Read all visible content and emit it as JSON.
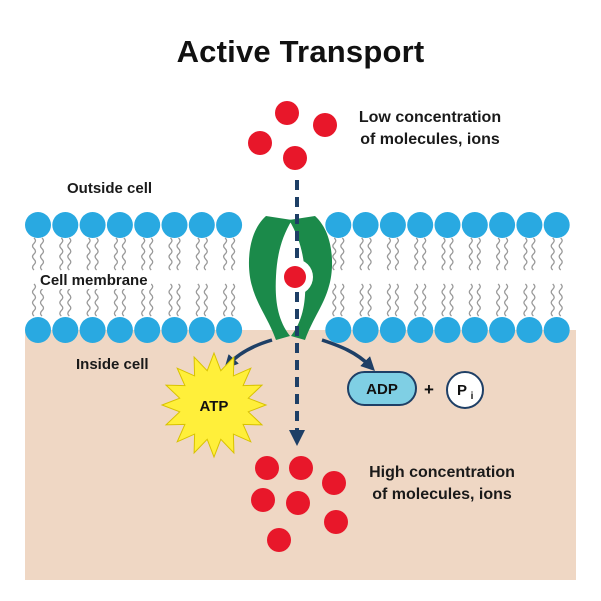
{
  "title": "Active Transport",
  "labels": {
    "outside_cell": "Outside cell",
    "cell_membrane": "Cell membrane",
    "inside_cell": "Inside cell",
    "low_concentration_line1": "Low concentration",
    "low_concentration_line2": "of molecules, ions",
    "high_concentration_line1": "High concentration",
    "high_concentration_line2": "of molecules, ions",
    "atp": "ATP",
    "adp": "ADP",
    "plus": "+",
    "phosphate": "P",
    "phosphate_subscript": "i"
  },
  "colors": {
    "cytoplasm": "#efd7c4",
    "phospholipid_head": "#29a9e1",
    "phospholipid_tail": "#999999",
    "transport_protein": "#1b8a4a",
    "molecule": "#e8172a",
    "arrow": "#1e3f66",
    "atp_burst": "#ffef3a",
    "adp_pill": "#7fcfe4"
  }
}
